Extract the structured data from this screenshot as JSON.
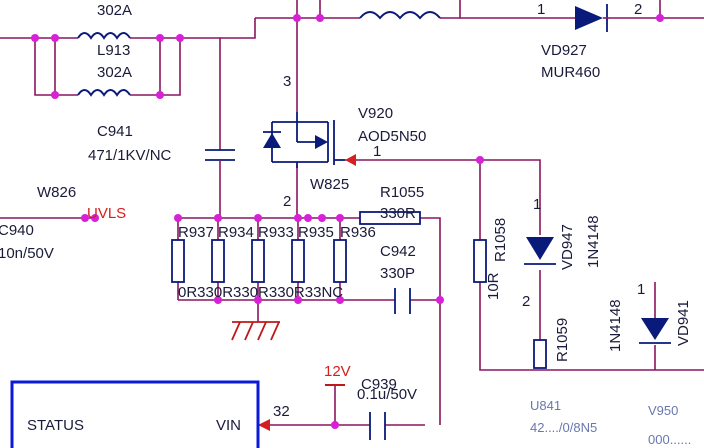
{
  "labels": {
    "l_top_rating": "302A",
    "l913_name": "L913",
    "l913_rating": "302A",
    "c941_name": "C941",
    "c941_value": "471/1KV/NC",
    "w826": "W826",
    "uvls": "UVLS",
    "c940_name": "C940",
    "c940_value": "10n/50V",
    "v920_name": "V920",
    "v920_part": "AOD5N50",
    "w825": "W825",
    "pin_3": "3",
    "pin_2": "2",
    "pin_1_gate": "1",
    "r1055_name": "R1055",
    "r1055_value": "330R",
    "r937": "R937",
    "r934": "R934",
    "r933": "R933",
    "r935": "R935",
    "r936": "R936",
    "r_values": "0R330R330R330R33NC",
    "c942_name": "C942",
    "c942_value": "330P",
    "r1058_name": "R1058",
    "r1058_value": "10R",
    "vd947_name": "VD947",
    "vd947_part": "1N4148",
    "vd947_pin1": "1",
    "vd947_pin2": "2",
    "r1059_name": "R1059",
    "vd941_name": "VD941",
    "vd941_part": "1N4148",
    "vd941_pin1": "1",
    "vd927_name": "VD927",
    "vd927_part": "MUR460",
    "vd927_pin1": "1",
    "vd927_pin2": "2",
    "v12": "12V",
    "c939_name": "C939",
    "c939_value": "0.1u/50V",
    "ic_status": "STATUS",
    "ic_vin": "VIN",
    "ic_pin32": "32",
    "faint_u": "U841",
    "faint_v": "V950",
    "faint_value": "42..../0/8N5",
    "faint_bottom": "000......"
  },
  "colors": {
    "wire": "#8a1560",
    "component": "#0a1a7a",
    "junction": "#d820d8",
    "net_label": "#d42020",
    "ic_border": "#0a1ad8"
  }
}
